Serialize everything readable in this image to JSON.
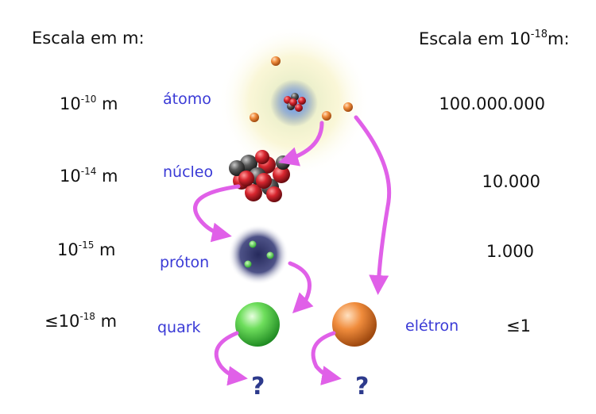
{
  "headers": {
    "left": "Escala em m:",
    "right_prefix": "Escala em 10",
    "right_exp": "-18",
    "right_suffix": "m:"
  },
  "rows": [
    {
      "prefix": "",
      "base": "10",
      "exp": "-10",
      "unit": "m",
      "label": "átomo",
      "value": "100.000.000"
    },
    {
      "prefix": "",
      "base": "10",
      "exp": "-14",
      "unit": "m",
      "label": "núcleo",
      "value": "10.000"
    },
    {
      "prefix": "",
      "base": "10",
      "exp": "-15",
      "unit": "m",
      "label": "próton",
      "value": "1.000"
    },
    {
      "prefix": "≤",
      "base": "10",
      "exp": "-18",
      "unit": "m",
      "label": "quark",
      "value": "≤1"
    }
  ],
  "electron_label": "elétron",
  "unknown_marks": [
    "?",
    "?"
  ],
  "colors": {
    "label_blue": "#3a3ad6",
    "arrow_magenta": "#e060e8",
    "quark_green": "#4fd24f",
    "electron_orange": "#f08c3c",
    "proton_navy": "#262a5c",
    "question_navy": "#2d3a8c"
  }
}
